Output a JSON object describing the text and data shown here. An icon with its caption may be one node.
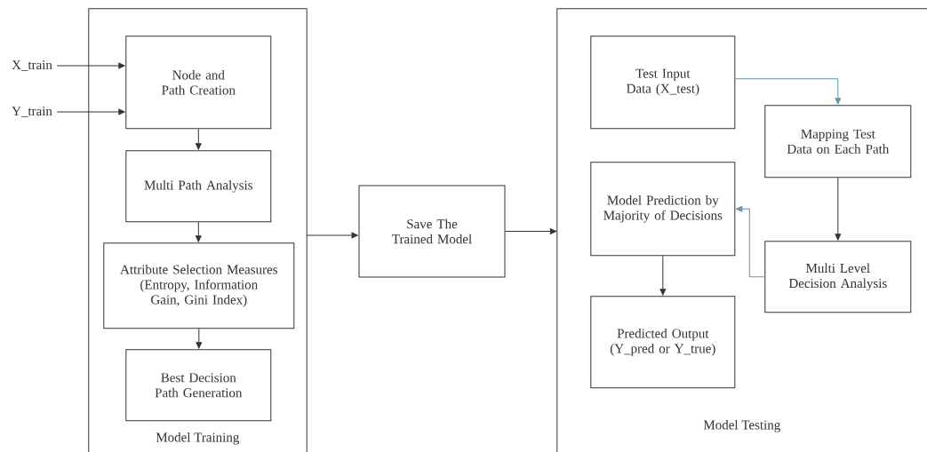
{
  "diagram": {
    "nodes": [
      {
        "text": [
          "Model Training"
        ]
      },
      {
        "text": [
          "X_train"
        ]
      },
      {
        "text": [
          "Y_train"
        ]
      },
      {
        "text": [
          "Node and Path Creation"
        ],
        "in": 0
      },
      {
        "text": [
          "Multi Path Analysis"
        ],
        "in": 0
      },
      {
        "text": [
          "Attribute Selection Measures (Entropy, Information Gain, Gini Index)"
        ],
        "in": 0
      },
      {
        "text": [
          "Best Decision Path Generation"
        ],
        "in": 0
      },
      {
        "text": [
          "Save The Trained Model"
        ]
      },
      {
        "text": [
          "Model Testing"
        ]
      },
      {
        "text": [
          "Test Input Data (X_test)"
        ],
        "in": 8
      },
      {
        "text": [
          "Mapping Test Data on Each Path"
        ],
        "in": 8
      },
      {
        "text": [
          "Model Prediction by Majority of Decisions"
        ],
        "in": 8
      },
      {
        "text": [
          "Multi Level Decision Analysis"
        ],
        "in": 8
      },
      {
        "text": [
          "Predicted Output (Y_pred or Y_true)"
        ],
        "in": 8
      }
    ],
    "edges": [
      {
        "from": 1,
        "to": 3,
        "arrow": "to"
      },
      {
        "from": 2,
        "to": 3,
        "arrow": "to"
      },
      {
        "from": 3,
        "to": 4,
        "arrow": "to"
      },
      {
        "from": 4,
        "to": 5,
        "arrow": "to"
      },
      {
        "from": 5,
        "to": 6,
        "arrow": "to"
      },
      {
        "from": 0,
        "to": 7,
        "arrow": "to"
      },
      {
        "from": 7,
        "to": 8,
        "arrow": "to"
      },
      {
        "from": 9,
        "to": 10,
        "arrow": "to",
        "color": "#5b9aa9"
      },
      {
        "from": 10,
        "to": 12,
        "arrow": "to"
      },
      {
        "from": 12,
        "to": 11,
        "arrow": "to",
        "color": "#5b9aa9"
      },
      {
        "from": 11,
        "to": 13,
        "arrow": "to"
      }
    ]
  }
}
